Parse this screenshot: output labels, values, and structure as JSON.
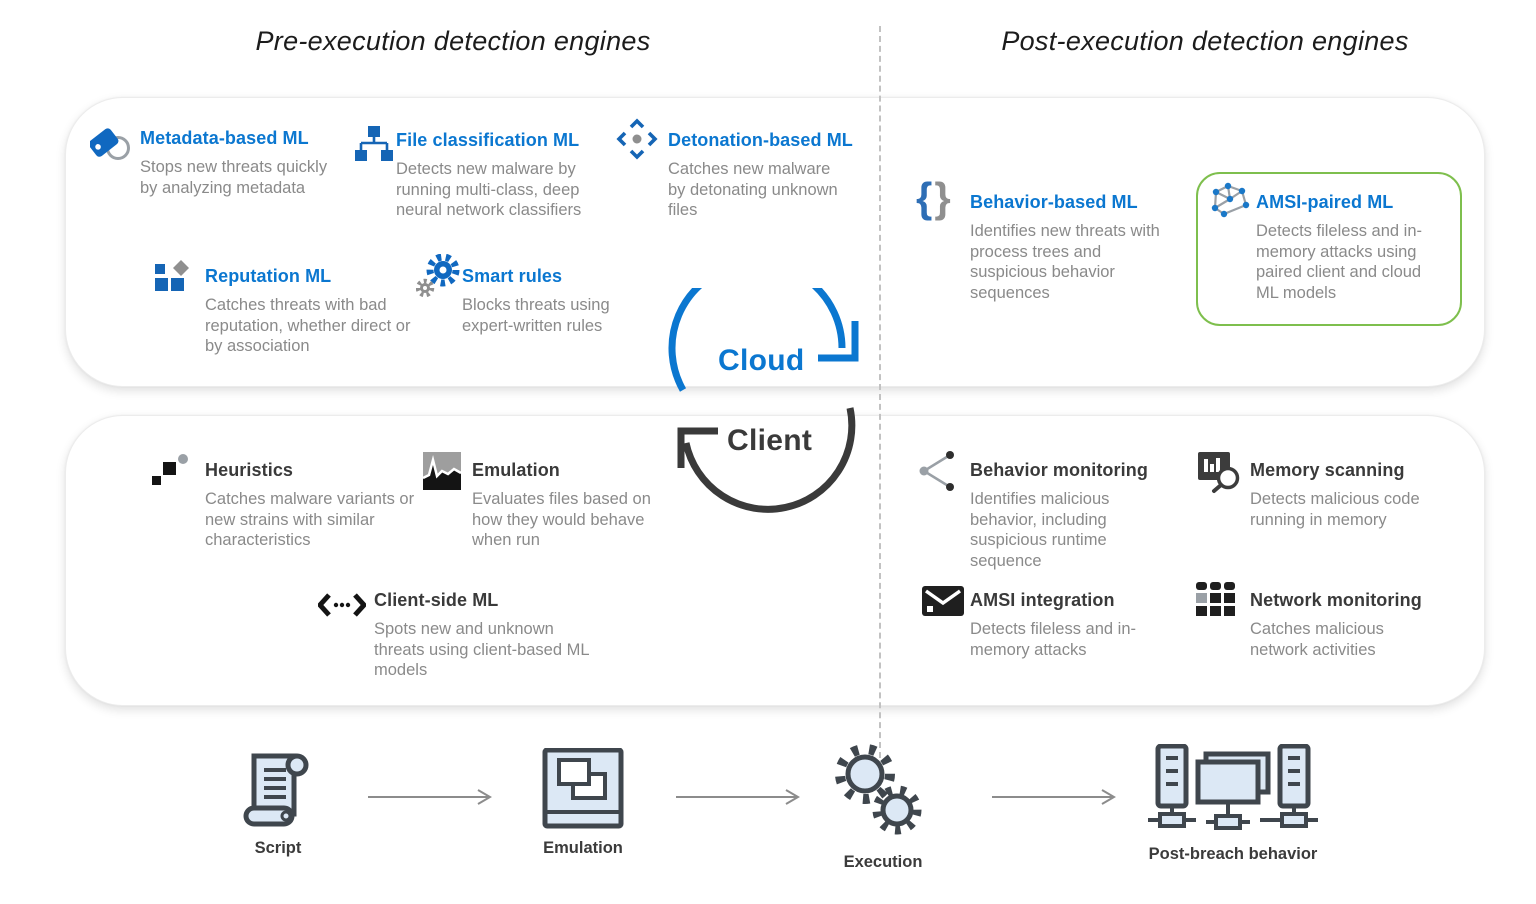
{
  "header": {
    "pre_title": "Pre-execution detection engines",
    "post_title": "Post-execution detection engines"
  },
  "loop": {
    "cloud": "Cloud",
    "client": "Client"
  },
  "engines": {
    "pre_cloud": [
      {
        "title": "Metadata-based ML",
        "desc": "Stops new threats quickly by analyzing metadata",
        "icon": "tag-icon"
      },
      {
        "title": "File classification ML",
        "desc": "Detects new malware by running multi-class, deep neural network classifiers",
        "icon": "hierarchy-icon"
      },
      {
        "title": "Detonation-based ML",
        "desc": "Catches new malware by detonating unknown files",
        "icon": "detonation-icon"
      },
      {
        "title": "Reputation ML",
        "desc": "Catches threats with bad reputation, whether direct or by association",
        "icon": "reputation-icon"
      },
      {
        "title": "Smart rules",
        "desc": "Blocks threats using expert-written rules",
        "icon": "gears-icon"
      }
    ],
    "post_cloud": [
      {
        "title": "Behavior-based ML",
        "desc": "Identifies new threats with process trees and suspicious behavior sequences",
        "icon": "braces-icon"
      },
      {
        "title": "AMSI-paired ML",
        "desc": "Detects fileless and in-memory attacks using paired client and cloud ML models",
        "icon": "network-graph-icon",
        "highlighted": true
      }
    ],
    "pre_client": [
      {
        "title": "Heuristics",
        "desc": "Catches malware variants or new strains with similar characteristics",
        "icon": "heuristics-icon"
      },
      {
        "title": "Emulation",
        "desc": "Evaluates files based on how they would behave when run",
        "icon": "emulation-chart-icon"
      },
      {
        "title": "Client-side ML",
        "desc": "Spots new and unknown threats using client-based ML models",
        "icon": "code-brackets-icon"
      }
    ],
    "post_client": [
      {
        "title": "Behavior monitoring",
        "desc": "Identifies malicious behavior, including suspicious runtime sequence",
        "icon": "share-icon"
      },
      {
        "title": "Memory scanning",
        "desc": "Detects malicious code running in memory",
        "icon": "memory-scan-icon"
      },
      {
        "title": "AMSI integration",
        "desc": "Detects fileless and in-memory attacks",
        "icon": "envelope-icon"
      },
      {
        "title": "Network monitoring",
        "desc": "Catches malicious network activities",
        "icon": "grid-icon"
      }
    ]
  },
  "flow": {
    "steps": [
      {
        "label": "Script"
      },
      {
        "label": "Emulation"
      },
      {
        "label": "Execution"
      },
      {
        "label": "Post-breach behavior"
      }
    ]
  },
  "colors": {
    "accent_blue": "#0b77d0",
    "icon_blue": "#1565b5",
    "title_dark": "#3a3a3a",
    "desc_gray": "#8a8a8a",
    "highlight_green": "#7ebf4d",
    "divider_gray": "#c2c2c2"
  }
}
